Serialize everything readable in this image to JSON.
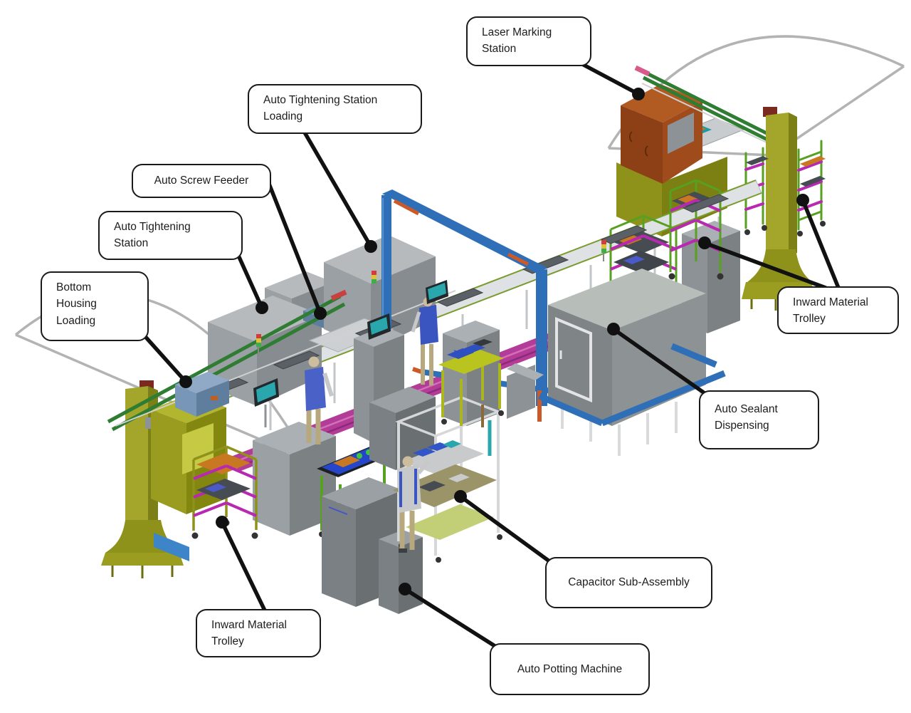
{
  "diagram": {
    "kind": "isometric-3d-assembly-line-with-callouts",
    "background": "#ffffff"
  },
  "labels": {
    "laser_marking_station": {
      "text": "Laser Marking\nStation"
    },
    "auto_tightening_station_loading": {
      "text": "Auto Tightening Station\nLoading"
    },
    "auto_screw_feeder": {
      "text": "Auto Screw Feeder"
    },
    "auto_tightening_station": {
      "text": "Auto Tightening\nStation"
    },
    "bottom_housing_loading": {
      "text": "Bottom\nHousing\nLoading"
    },
    "inward_material_trolley_right": {
      "text": "Inward Material\nTrolley"
    },
    "auto_sealant_dispensing": {
      "text": "Auto Sealant\nDispensing"
    },
    "capacitor_sub_assembly": {
      "text": "Capacitor Sub-Assembly"
    },
    "auto_potting_machine": {
      "text": "Auto Potting Machine"
    },
    "inward_material_trolley_left": {
      "text": "Inward Material\nTrolley"
    }
  },
  "colors": {
    "callout_border": "#1a1a1a",
    "leader_line": "#111111",
    "machine_gray": "#9aa0a4",
    "machine_gray_top": "#b6babd",
    "machine_gray_dark": "#878c90",
    "laser_brown": "#a04b1b",
    "pillar_olive": "#9a9d1f",
    "gantry_blue": "#2e6fb7",
    "conveyor_pink": "#b23c98",
    "rail_green": "#2f7d33",
    "trolley_frame_green": "#58a020",
    "trolley_bar_magenta": "#b828b0",
    "tray_orange": "#c87820",
    "monitor_teal": "#2aa7ad",
    "swing_arc_gray": "#b3b3b3"
  }
}
